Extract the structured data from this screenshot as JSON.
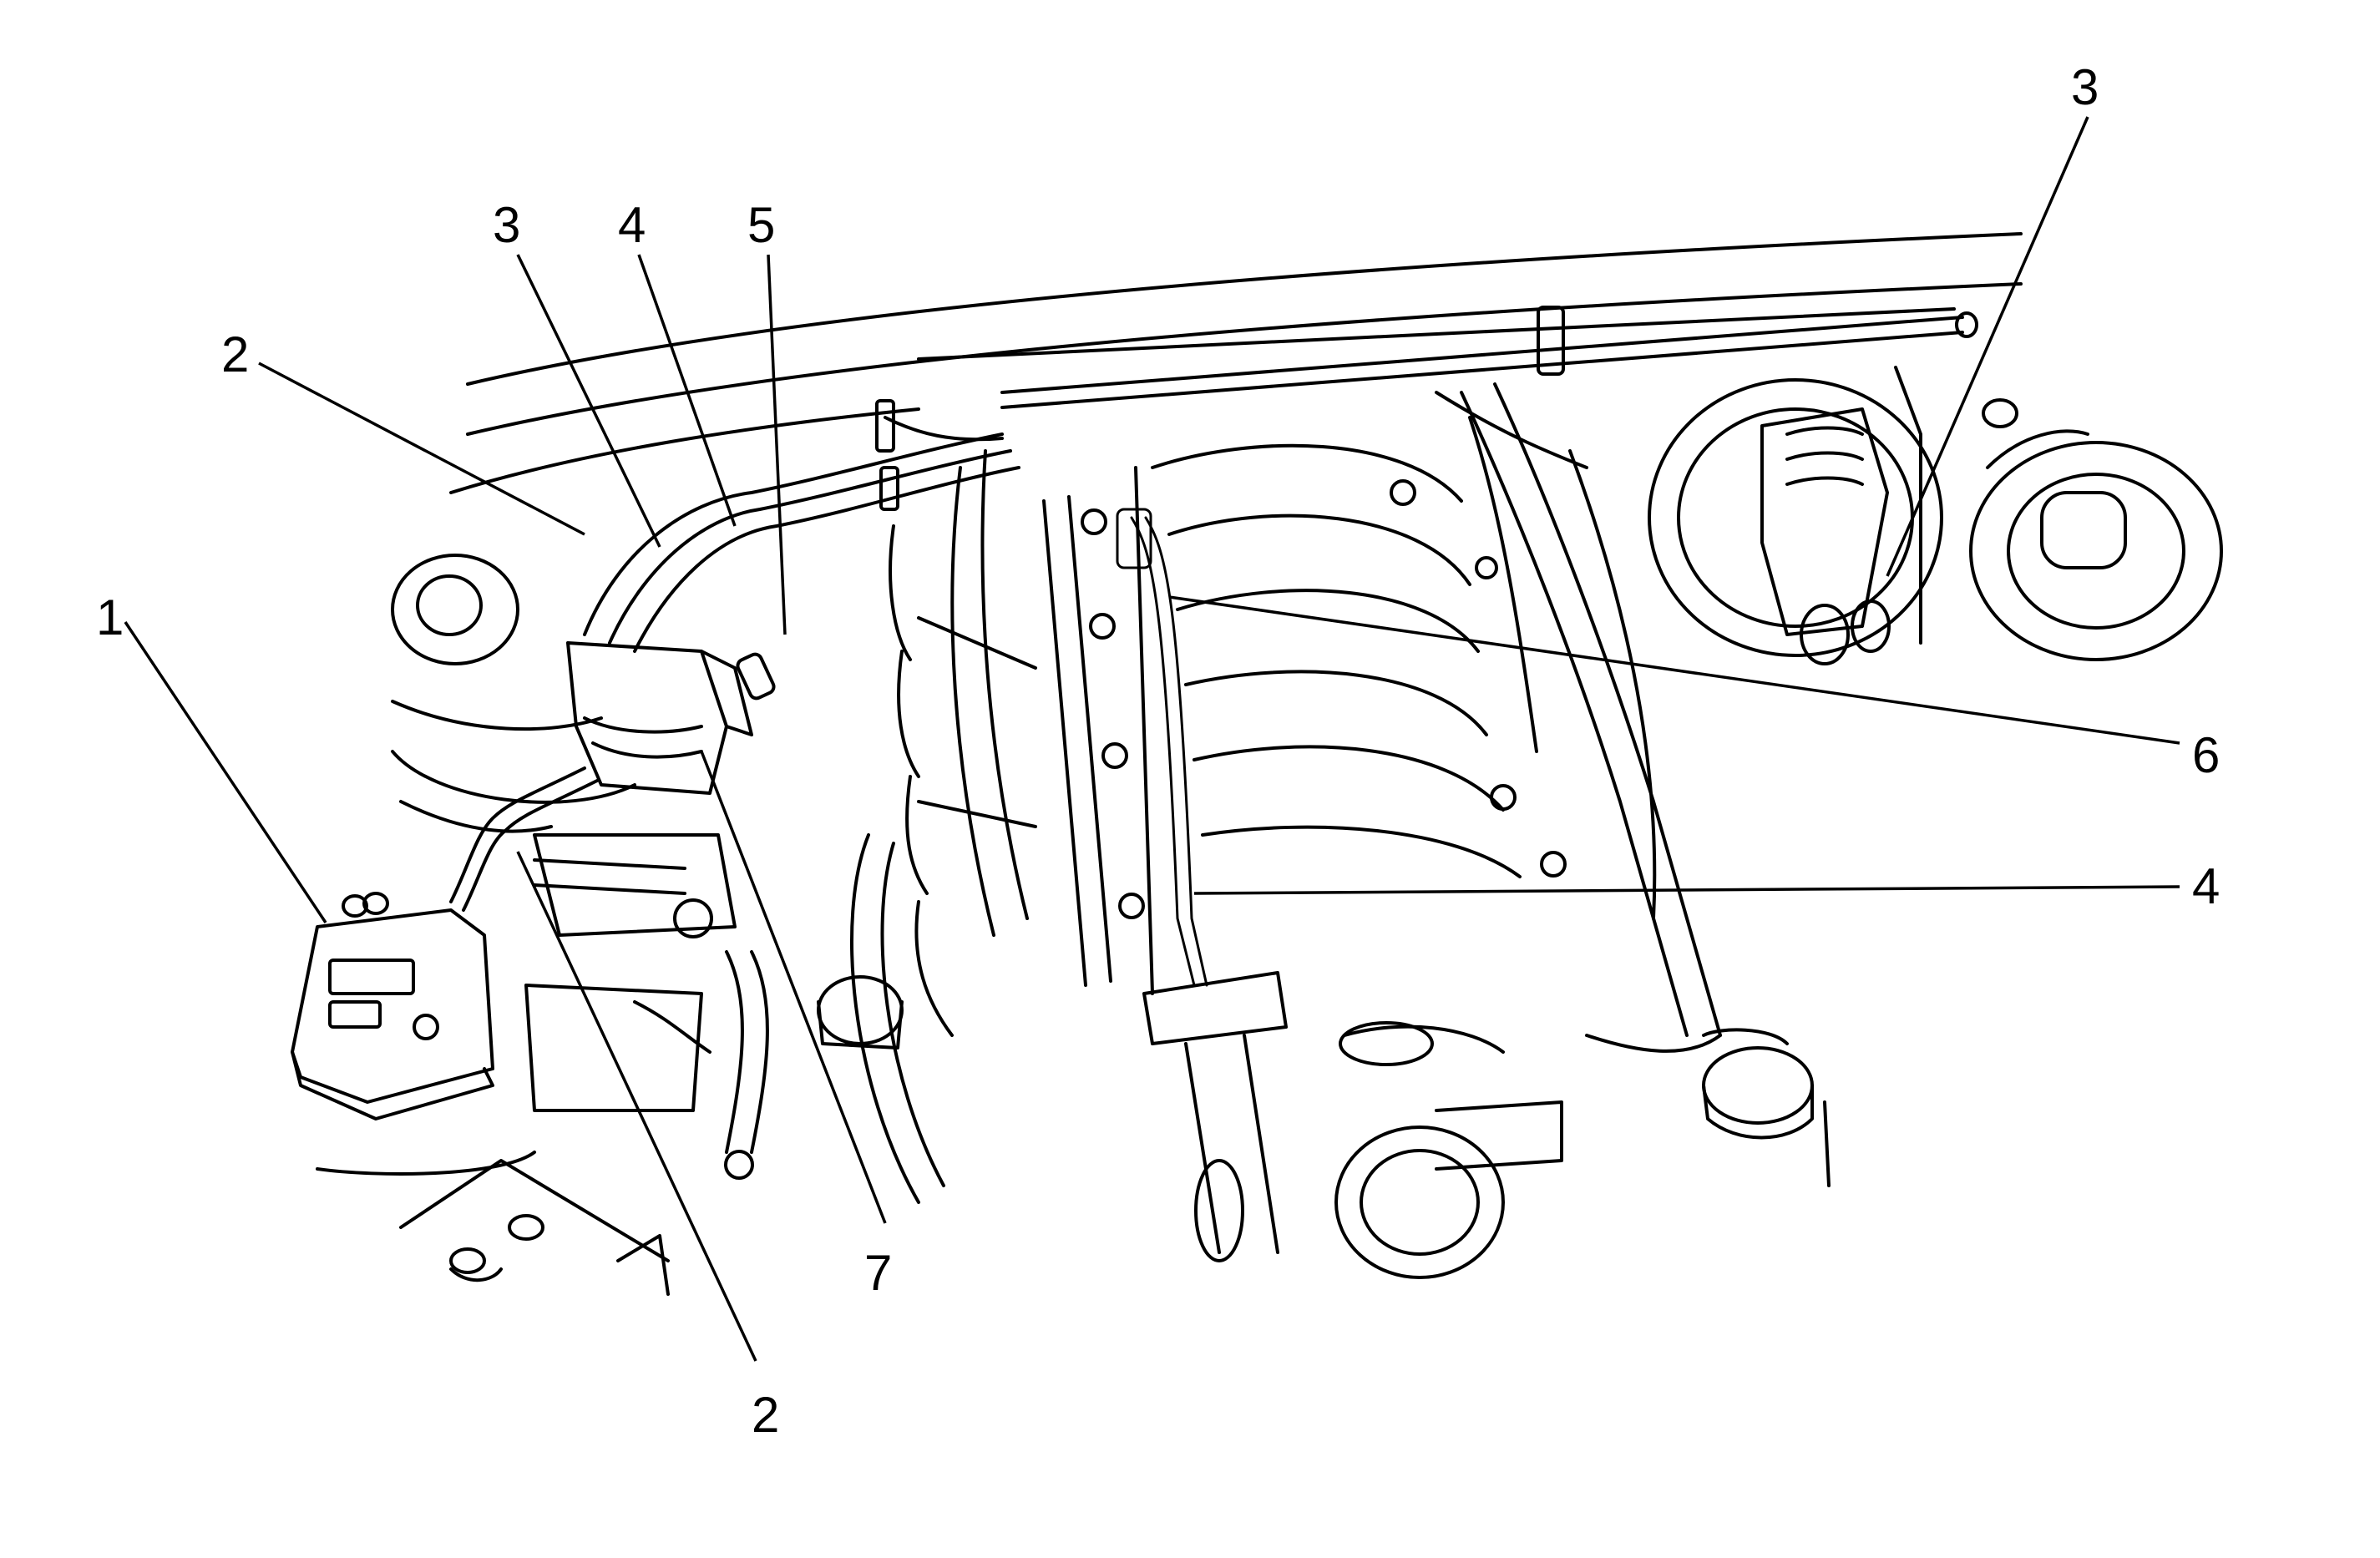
{
  "diagram": {
    "callouts": [
      {
        "id": "c1",
        "label": "1"
      },
      {
        "id": "c2a",
        "label": "2"
      },
      {
        "id": "c2b",
        "label": "2"
      },
      {
        "id": "c3a",
        "label": "3"
      },
      {
        "id": "c3b",
        "label": "3"
      },
      {
        "id": "c4a",
        "label": "4"
      },
      {
        "id": "c4b",
        "label": "4"
      },
      {
        "id": "c5",
        "label": "5"
      },
      {
        "id": "c6",
        "label": "6"
      },
      {
        "id": "c7",
        "label": "7"
      }
    ]
  },
  "colors": {
    "ink": "#000000",
    "background": "#ffffff"
  }
}
